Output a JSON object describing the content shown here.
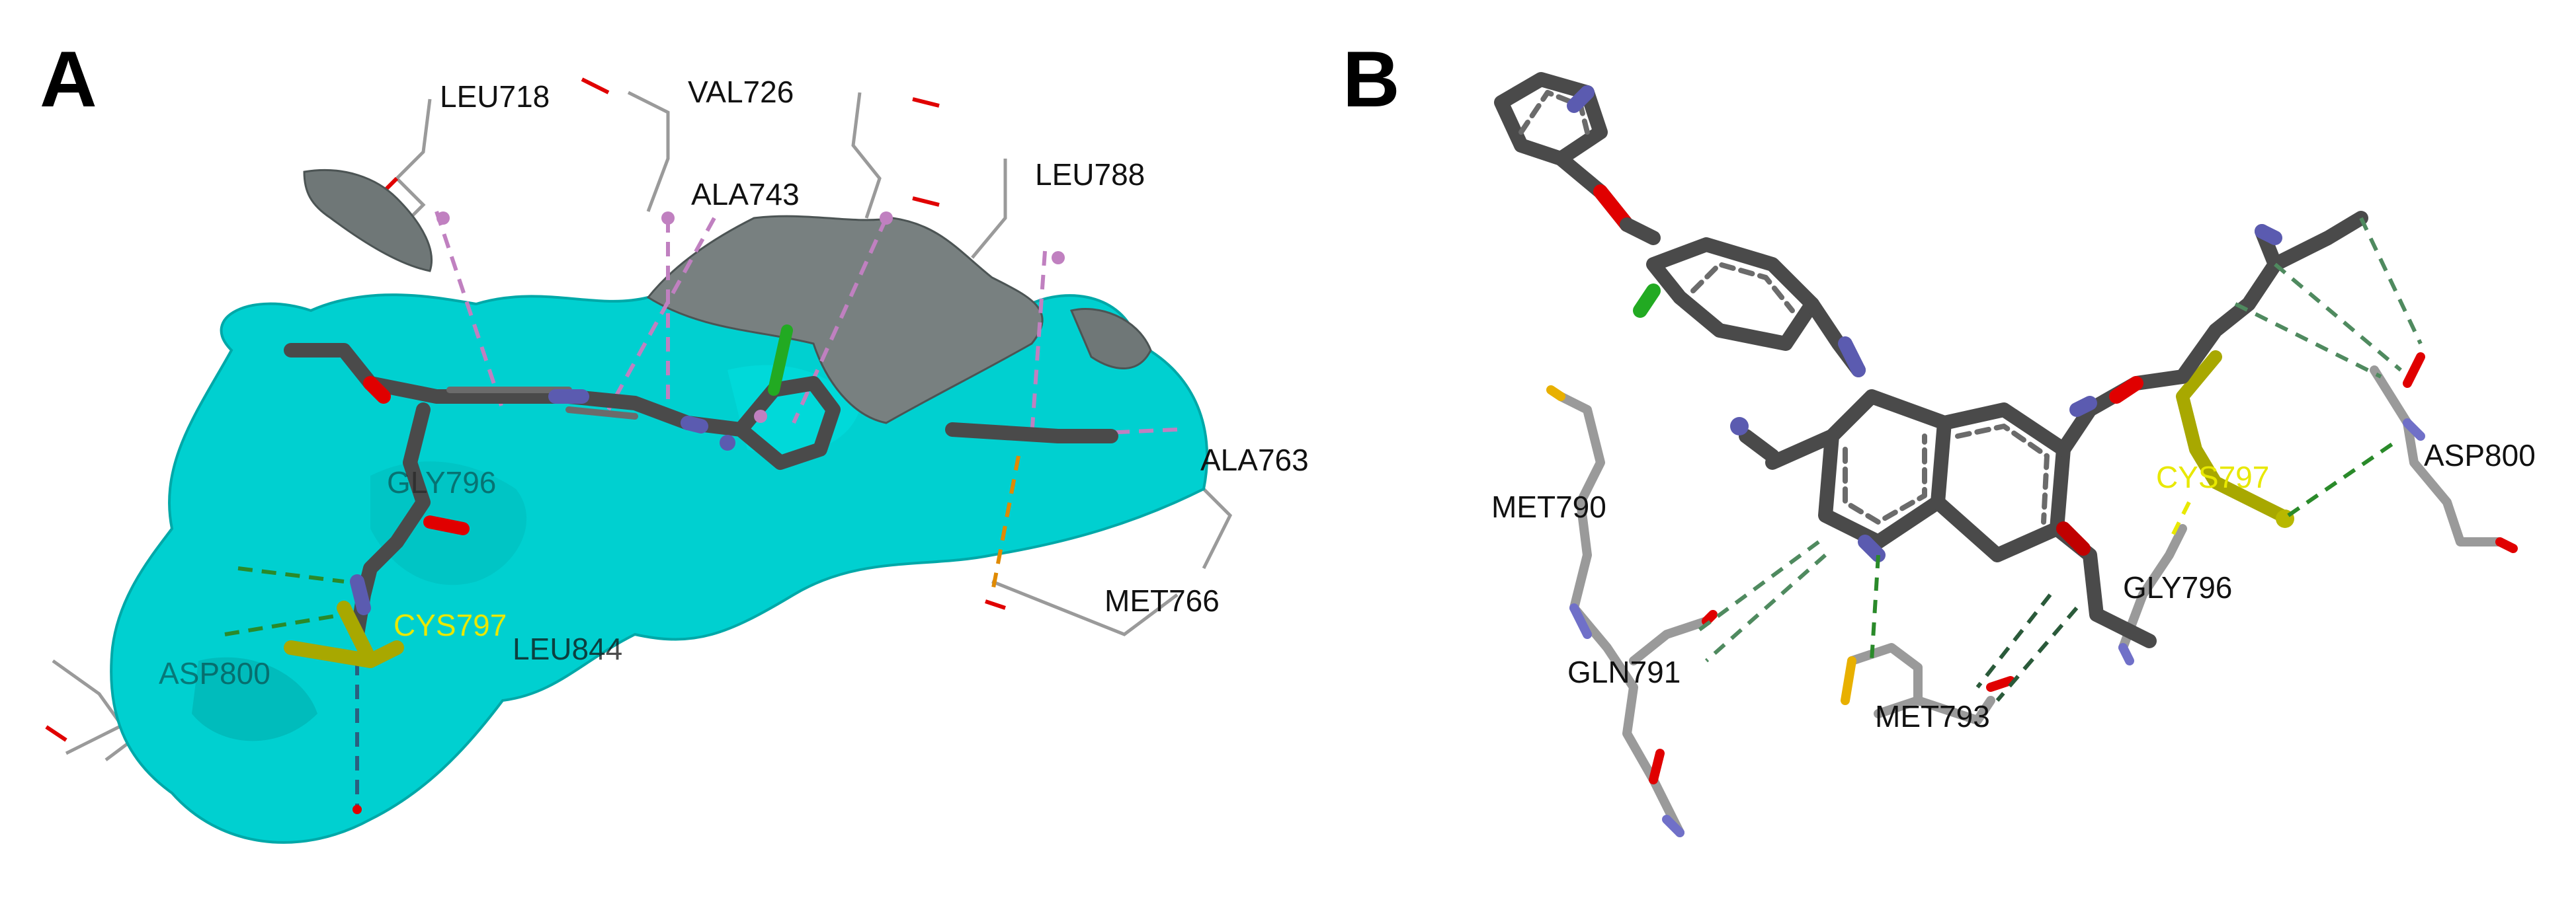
{
  "panels": {
    "a": {
      "label": "A",
      "residues": {
        "leu718": "LEU718",
        "val726": "VAL726",
        "ala743": "ALA743",
        "leu788": "LEU788",
        "ala763": "ALA763",
        "gly796": "GLY796",
        "cys797": "CYS797",
        "met766": "MET766",
        "leu844": "LEU844",
        "asp800": "ASP800"
      }
    },
    "b": {
      "label": "B",
      "residues": {
        "met790": "MET790",
        "gln791": "GLN791",
        "met793": "MET793",
        "gly796": "GLY796",
        "cys797": "CYS797",
        "asp800": "ASP800"
      }
    }
  },
  "colors": {
    "surface": "#00d4d4",
    "surface_dark": "#00b3b3",
    "pocket_gray": "#6f7777",
    "ligand": "#4a4a4a",
    "nitrogen": "#5b5bb0",
    "oxygen": "#e00000",
    "chlorine": "#22aa22",
    "sulfur_cys": "#a8a800",
    "label_yellow": "#e8e800",
    "residue_gray": "#9a9a9a",
    "hbond_green": "#2a8a2a",
    "pi_pink": "#c080c0"
  }
}
